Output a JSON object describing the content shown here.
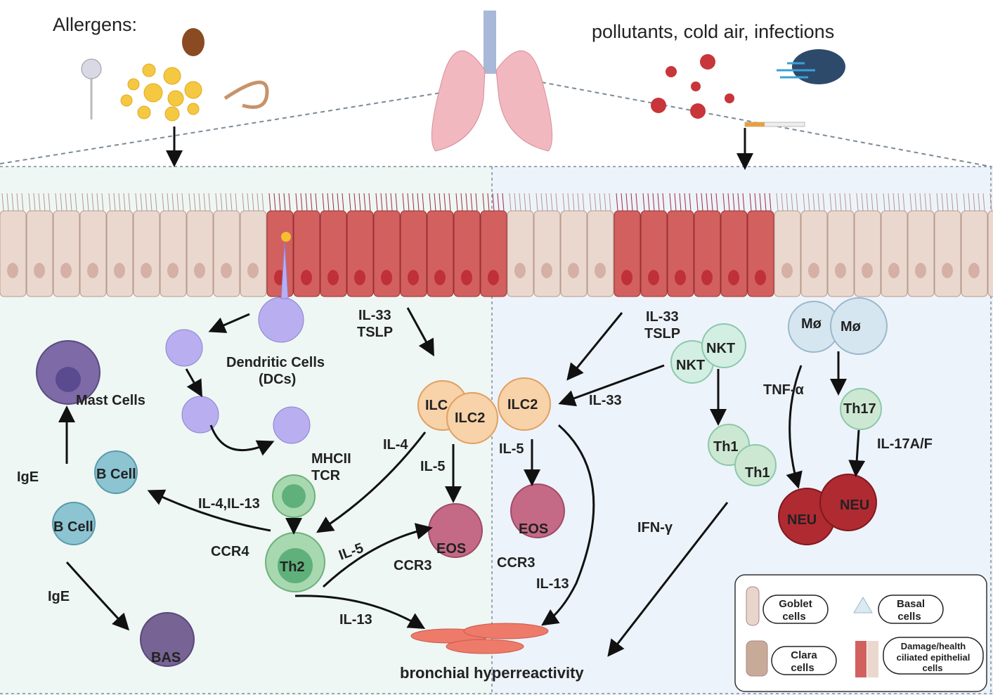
{
  "header": {
    "allergens_label": "Allergens:",
    "triggers_label": "pollutants, cold air, infections"
  },
  "left_panel": {
    "il33_line1": "IL-33",
    "tslp_line1": "TSLP",
    "dc_label_line1": "Dendritic Cells",
    "dc_label_line2": "(DCs)",
    "mast_cells": "Mast Cells",
    "ige_1": "IgE",
    "b_cell_1": "B Cell",
    "b_cell_2": "B Cell",
    "il4_il13": "IL-4,IL-13",
    "mhcii": "MHCII",
    "tcr": "TCR",
    "ccr4": "CCR4",
    "th2": "Th2",
    "il5_a": "IL-5",
    "eos_1": "EOS",
    "ccr3_1": "CCR3",
    "il4": "IL-4",
    "il5_b": "IL-5",
    "ilc": "ILC",
    "ilc2_a": "ILC2",
    "ige_2": "IgE",
    "bas": "BAS",
    "il13_a": "IL-13"
  },
  "right_panel": {
    "ilc2_b": "ILC2",
    "il5_c": "IL-5",
    "eos_2": "EOS",
    "ccr3_2": "CCR3",
    "il13_b": "IL-13",
    "il33_line2": "IL-33",
    "tslp_line2": "TSLP",
    "nkt_1": "NKT",
    "nkt_2": "NKT",
    "il33_arrow": "IL-33",
    "mo_1": "Mø",
    "mo_2": "Mø",
    "tnf": "TNF-α",
    "th17": "Th17",
    "il17": "IL-17A/F",
    "th1_1": "Th1",
    "th1_2": "Th1",
    "ifn": "IFN-γ",
    "neu_1": "NEU",
    "neu_2": "NEU"
  },
  "outcome": "bronchial hyperreactivity",
  "legend": {
    "goblet_1": "Goblet",
    "goblet_2": "cells",
    "basal_1": "Basal",
    "basal_2": "cells",
    "clara_1": "Clara",
    "clara_2": "cells",
    "ciliated_1": "Damage/health",
    "ciliated_2": "ciliated epithelial",
    "ciliated_3": "cells"
  },
  "colors": {
    "left_bg": "#eef7f4",
    "right_bg": "#edf3fb",
    "damaged_cell": "#d2605f",
    "healthy_cell": "#ead8ce"
  }
}
